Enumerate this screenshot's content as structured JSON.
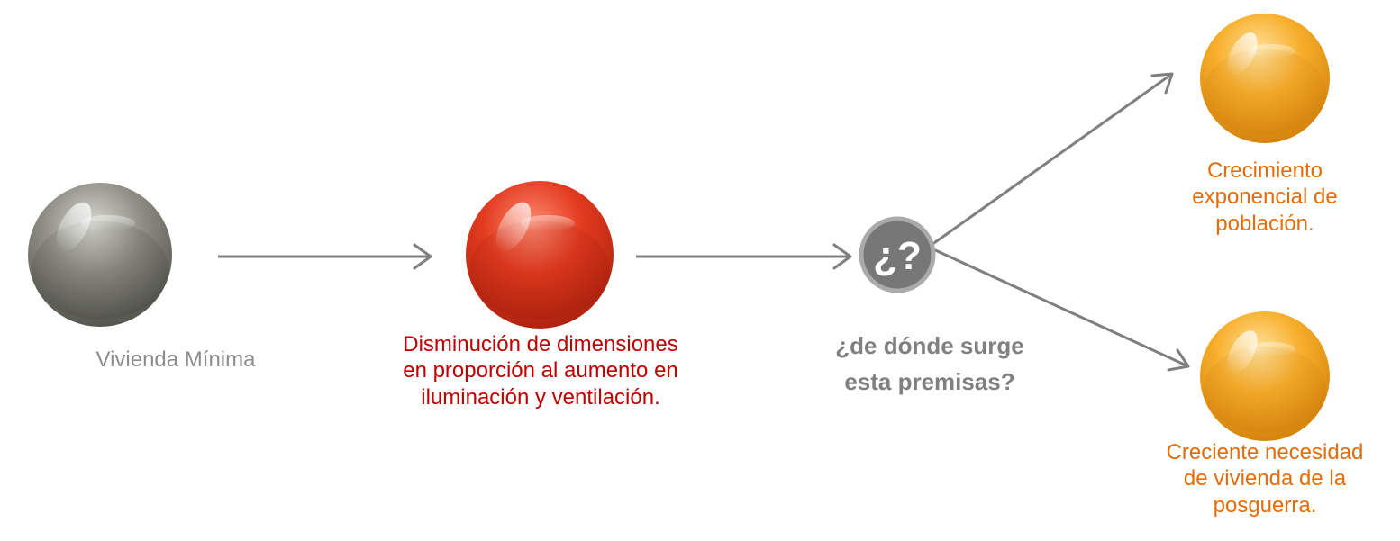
{
  "colors": {
    "gray_text": "#8c8c8c",
    "red_text": "#c00000",
    "question_text": "#808080",
    "orange_text": "#e46c0a",
    "arrow": "#7f7f7f",
    "sphere_gray": "#8a8a80",
    "sphere_red": "#e0391e",
    "sphere_orange": "#f5a623",
    "question_circle": "#7a7a7a"
  },
  "nodes": {
    "vivienda_minima": {
      "label": "Vivienda Mínima"
    },
    "disminucion": {
      "label": "Disminución de dimensiones\nen proporción al aumento en\niluminación y ventilación."
    },
    "question": {
      "symbol": "¿?",
      "label": "¿de dónde surge\nesta premisas?"
    },
    "crecimiento": {
      "label": "Crecimiento\nexponencial de\npoblación."
    },
    "necesidad": {
      "label": "Creciente necesidad\nde vivienda de la\nposguerra."
    }
  }
}
